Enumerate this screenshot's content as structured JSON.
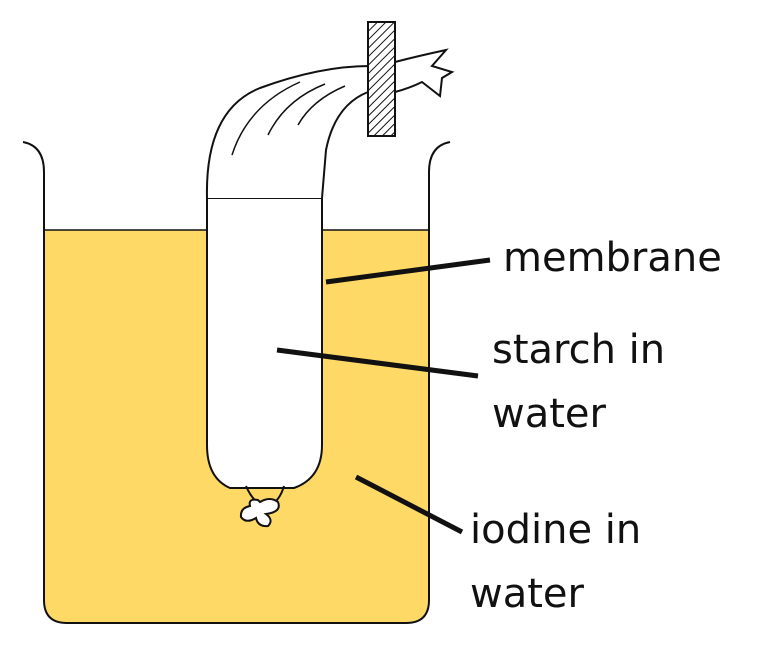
{
  "labels": {
    "membrane": "membrane",
    "starch_line1": "starch in",
    "starch_line2": "water",
    "iodine_line1": "iodine in",
    "iodine_line2": "water"
  },
  "colors": {
    "iodine_solution": "#FFD966",
    "outline": "#111111",
    "background": "#FFFFFF"
  }
}
